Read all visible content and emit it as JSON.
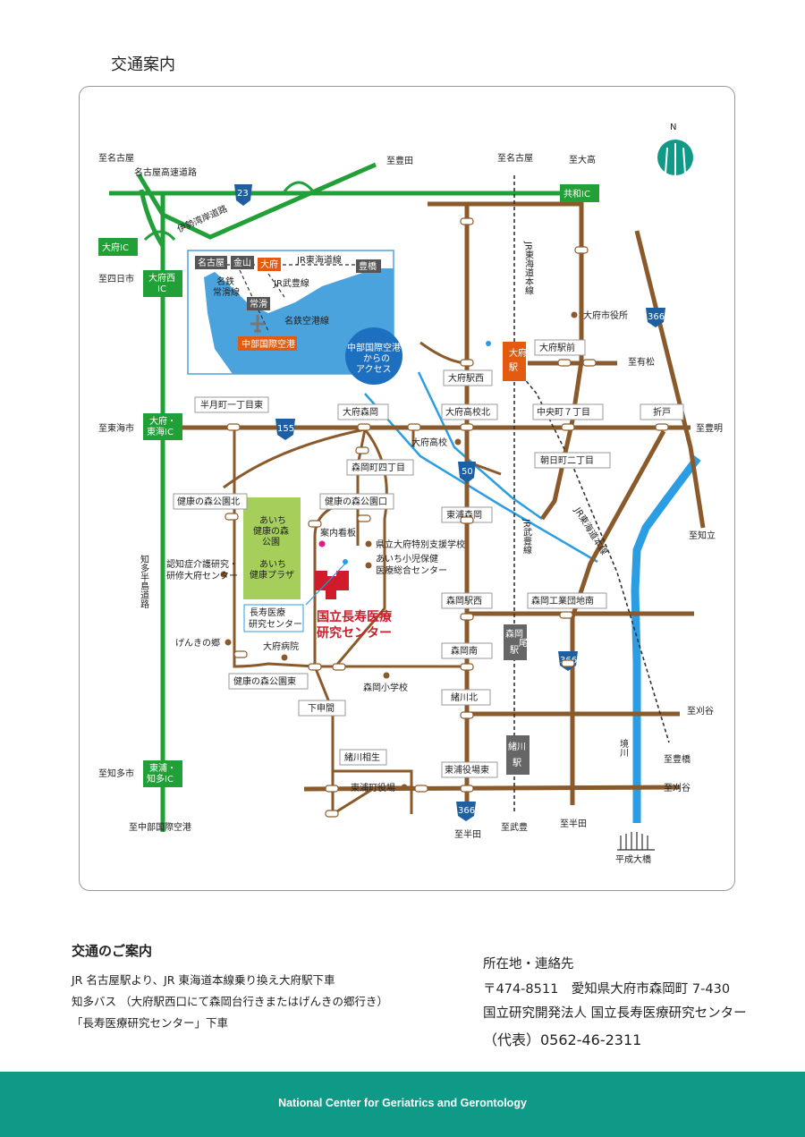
{
  "page_title": "交通案内",
  "north_label": "N",
  "destinations": {
    "nagoya_left": "至名古屋",
    "toyota": "至豊田",
    "nagoya_top": "至名古屋",
    "odaka": "至大高",
    "yonkaichi": "至四日市",
    "arimatsu": "至有松",
    "higashiura": "至東海市",
    "toyoake": "至豊明",
    "chiryu": "至知立",
    "kariya1": "至刈谷",
    "toyohashi": "至豊橋",
    "chita": "至知多市",
    "kariya2": "至刈谷",
    "chubu_airport": "至中部国際空港",
    "handa1": "至半田",
    "taketoyo": "至武豊",
    "handa2": "至半田"
  },
  "roads": {
    "nagoya_expressway": "名古屋高速道路",
    "isewangan": "伊勢湾岸道路",
    "chita_hanto": "知多半島道路",
    "jr_tokaido_vertical": "JR東海道本線",
    "jr_taketoyo": "JR武豊線",
    "jr_tokaido_diag": "JR東海道本線",
    "sakai_river": "境川",
    "heisei_bridge": "平成大橋"
  },
  "interchanges": {
    "obu_ic": "大府IC",
    "obu_nishi_ic_1": "大府西",
    "obu_nishi_ic_2": "IC",
    "obu_tokai_ic_1": "大府・",
    "obu_tokai_ic_2": "東海IC",
    "higashiura_chita_ic_1": "東浦・",
    "higashiura_chita_ic_2": "知多IC",
    "kyowa_ic": "共和IC"
  },
  "route_numbers": {
    "r23": "23",
    "r155": "155",
    "r50": "50",
    "r366a": "366",
    "r366b": "366",
    "r366c": "366"
  },
  "stations": {
    "obu_1": "大府",
    "obu_2": "駅",
    "owari_morioka_1": "森岡",
    "owari_morioka_2": "駅",
    "owari_morioka_3": "尾張",
    "ogawa_1": "緒川",
    "ogawa_2": "駅"
  },
  "intersections": {
    "hangorocho": "半月町一丁目東",
    "obu_morioka": "大府森岡",
    "obu_koko_kita": "大府高校北",
    "obu_eki_nishi": "大府駅西",
    "chuo_7": "中央町７丁目",
    "oriido": "折戸",
    "obu_eki_mae": "大府駅前",
    "asahi_2": "朝日町二丁目",
    "morioka_4": "森岡町四丁目",
    "kenko_mori_kita": "健康の森公園北",
    "kenko_mori_guchi": "健康の森公園口",
    "higashiura_morioka": "東浦森岡",
    "morioka_eki_nishi": "森岡駅西",
    "morioka_kogyo": "森岡工業団地南",
    "morioka_minami": "森岡南",
    "kenko_mori_higashi": "健康の森公園東",
    "shimo_shinma": "下申間",
    "ogawa_kita": "緒川北",
    "ogawa_aio": "緒川相生",
    "higashiura_yakuba_higashi": "東浦役場東"
  },
  "landmarks": {
    "obu_shiyakusho": "大府市役所",
    "obu_koko": "大府高校",
    "annai_kanban": "案内看板",
    "kenritsu_obu": "県立大府特別支援学校",
    "aichi_shoni_1": "あいち小児保健",
    "aichi_shoni_2": "医療総合センター",
    "morioka_shogakko": "森岡小学校",
    "obu_byoin": "大府病院",
    "genki_no_sato": "げんきの郷",
    "ninchisho_1": "認知症介護研究・",
    "ninchisho_2": "研修大府センター",
    "higashiura_yakuba": "東浦町役場",
    "kenko_mori_park_1": "あいち",
    "kenko_mori_park_2": "健康の森",
    "kenko_mori_park_3": "公園",
    "kenko_plaza_1": "あいち",
    "kenko_plaza_2": "健康プラザ",
    "choju_callout_1": "長寿医療",
    "choju_callout_2": "研究センター",
    "ncgg_1": "国立長寿医療",
    "ncgg_2": "研究センター"
  },
  "inset": {
    "nagoya": "名古屋",
    "kanayama": "金山",
    "obu": "大府",
    "toyohashi": "豊橋",
    "jr_tokaido": "JR東海道線",
    "meitetsu_1": "名鉄",
    "meitetsu_2": "常滑線",
    "jr_taketoyo": "JR武豊線",
    "tokoname": "常滑",
    "meitetsu_airport": "名鉄空港線",
    "chubu_airport": "中部国際空港",
    "access_1": "中部国際空港",
    "access_2": "からの",
    "access_3": "アクセス"
  },
  "access": {
    "heading": "交通のご案内",
    "line1": "JR 名古屋駅より、JR 東海道本線乗り換え大府駅下車",
    "line2": "知多バス （大府駅西口にて森岡台行きまたはげんきの郷行き）",
    "line3": "「長寿医療研究センター」下車"
  },
  "contact": {
    "label": "所在地・連絡先",
    "address": "〒474-8511　愛知県大府市森岡町 7-430",
    "org": "国立研究開発法人 国立長寿医療研究センター",
    "phone": "（代表）0562-46-2311"
  },
  "footer": "National Center for Geriatrics and Gerontology",
  "colors": {
    "expressway_green": "#21a038",
    "road_brown": "#8b5a2b",
    "river_blue": "#2b9de3",
    "station_orange": "#e35b10",
    "footer_teal": "#0f9a87",
    "ncgg_red": "#d11a2a",
    "park_green": "#a5cf5a",
    "inset_water": "#4aa3dd"
  }
}
